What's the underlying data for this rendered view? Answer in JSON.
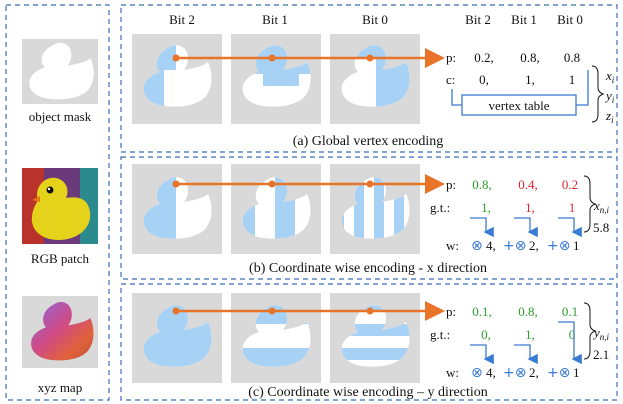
{
  "left_column": {
    "labels": [
      "object mask",
      "RGB patch",
      "xyz map"
    ]
  },
  "bit_headers": [
    "Bit 2",
    "Bit 1",
    "Bit 0"
  ],
  "global": {
    "headers": [
      "Bit 2",
      "Bit 1",
      "Bit 0"
    ],
    "p_label": "p:",
    "p_values": [
      "0.2,",
      "0.8,",
      "0.8"
    ],
    "c_label": "c:",
    "c_values": [
      "0,",
      "1,",
      "1"
    ],
    "table_label": "vertex table",
    "xyz": [
      "x",
      "y",
      "z"
    ],
    "sub": "i",
    "caption": "(a) Global vertex encoding"
  },
  "x_dir": {
    "p_label": "p:",
    "p_values": [
      "0.8,",
      "0.4,",
      "0.2"
    ],
    "p_colors": [
      "#2ca02c",
      "#e0242b",
      "#e0242b"
    ],
    "gt_label": "g.t.:",
    "gt_values": [
      "1,",
      "1,",
      "1"
    ],
    "gt_colors": [
      "#2ca02c",
      "#e0242b",
      "#e0242b"
    ],
    "w_label": "w:",
    "w_terms": [
      "4,",
      "2,",
      "1"
    ],
    "output_var": "x",
    "output_sub": "n,i",
    "output_value": "5.8",
    "caption": "(b) Coordinate wise encoding - x direction"
  },
  "y_dir": {
    "p_label": "p:",
    "p_values": [
      "0.1,",
      "0.8,",
      "0.1"
    ],
    "p_colors": [
      "#2ca02c",
      "#2ca02c",
      "#2ca02c"
    ],
    "gt_label": "g.t.:",
    "gt_values": [
      "0,",
      "1,",
      "0"
    ],
    "gt_colors": [
      "#2ca02c",
      "#2ca02c",
      "#2ca02c"
    ],
    "w_label": "w:",
    "w_terms": [
      "4,",
      "2,",
      "1"
    ],
    "output_var": "y",
    "output_sub": "n,i",
    "output_value": "2.1",
    "caption": "(c) Coordinate wise encoding – y direction"
  },
  "colors": {
    "border": "#3b6fb6",
    "arrow": "#e8742a",
    "blue_region": "#a8d2f5",
    "background_square": "#d9d9d9"
  }
}
